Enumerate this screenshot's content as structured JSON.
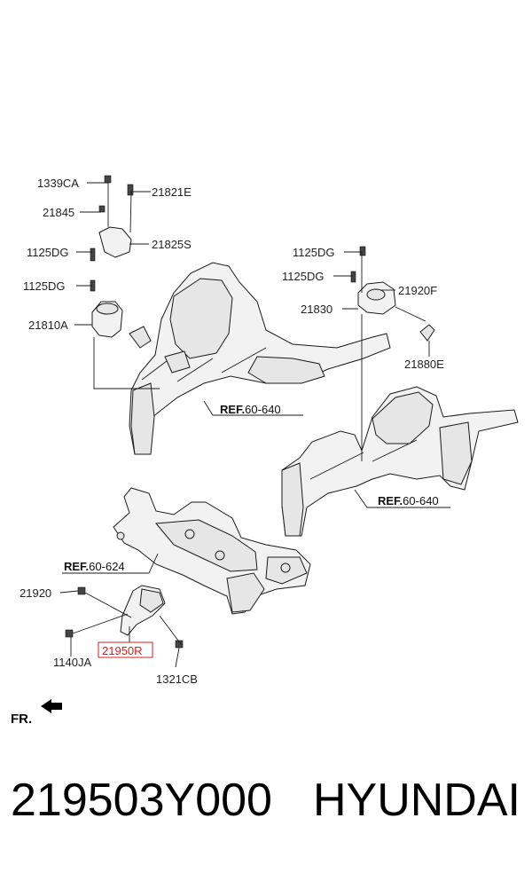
{
  "labels": {
    "p1339CA": "1339CA",
    "p21821E": "21821E",
    "p21845": "21845",
    "p21825S": "21825S",
    "p1125DG_a": "1125DG",
    "p1125DG_b": "1125DG",
    "p21810A": "21810A",
    "p1125DG_c": "1125DG",
    "p1125DG_d": "1125DG",
    "p21920F": "21920F",
    "p21830": "21830",
    "p21880E": "21880E",
    "p21920": "21920",
    "p1140JA": "1140JA",
    "p21950R": "21950R",
    "p1321CB": "1321CB"
  },
  "refs": {
    "ref1_prefix": "REF.",
    "ref1_value": "60-640",
    "ref2_prefix": "REF.",
    "ref2_value": "60-640",
    "ref3_prefix": "REF.",
    "ref3_value": "60-624"
  },
  "front_marker": "FR.",
  "caption": {
    "part_number": "219503Y000",
    "brand": "HYUNDAI"
  },
  "colors": {
    "highlight": "#d42020",
    "line": "#1a1a1a"
  }
}
